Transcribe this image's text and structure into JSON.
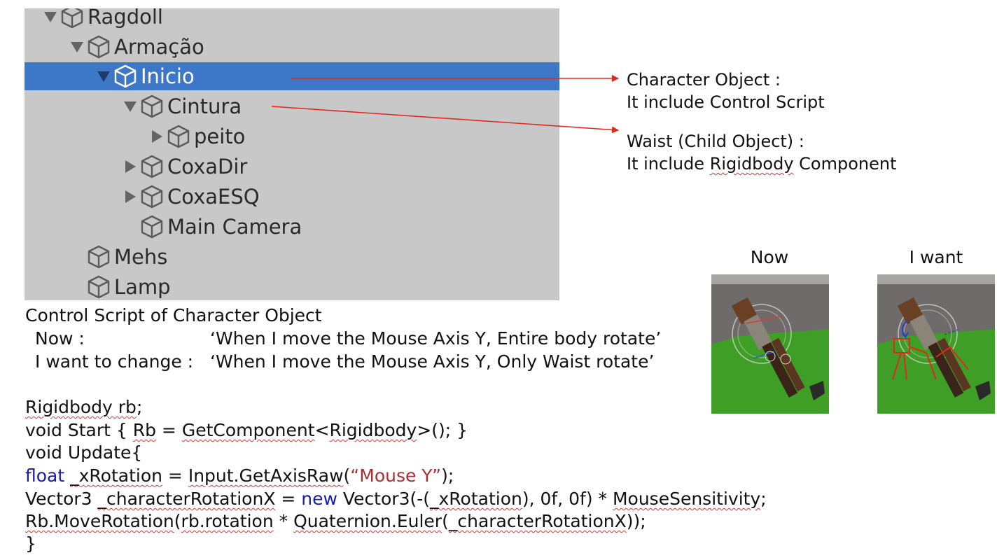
{
  "hierarchy": {
    "items": [
      {
        "label": "Ragdoll",
        "expander": "expanded"
      },
      {
        "label": "Armação",
        "expander": "expanded"
      },
      {
        "label": "Inicio",
        "expander": "expanded",
        "selected": true
      },
      {
        "label": "Cintura",
        "expander": "expanded"
      },
      {
        "label": "peito",
        "expander": "collapsed"
      },
      {
        "label": "CoxaDir",
        "expander": "collapsed"
      },
      {
        "label": "CoxaESQ",
        "expander": "collapsed"
      },
      {
        "label": "Main Camera",
        "expander": "none"
      },
      {
        "label": "Mehs",
        "expander": "none"
      },
      {
        "label": "Lamp",
        "expander": "none"
      }
    ],
    "selected_color": "#3d78c8",
    "icon": "cube-icon"
  },
  "annotations": {
    "character_line1": "Character Object :",
    "character_line2": "It include Control Script",
    "waist_line1": "Waist (Child Object) :",
    "waist_line2_pre": "It include ",
    "waist_line2_word": "Rigidbody",
    "waist_line2_post": " Component",
    "arrow_color": "#e0281e"
  },
  "images": {
    "now_caption": "Now",
    "want_caption": "I want"
  },
  "script": {
    "heading": "Control Script of Character Object",
    "now_label": "Now :",
    "now_text": "‘When I move the Mouse Axis Y, Entire body rotate’",
    "want_label": "I want to change :",
    "want_text": "‘When I move the Mouse Axis Y, Only Waist rotate’",
    "code": {
      "l1_a": "Rigidbody rb",
      "l1_b": ";",
      "l2_a": "void Start { ",
      "l2_b": "Rb",
      "l2_c": " = ",
      "l2_d": "GetComponent",
      "l2_e": "<",
      "l2_f": "Rigidbody",
      "l2_g": ">(); }",
      "l3": "void Update{",
      "l4_kw": "float",
      "l4_a": " ",
      "l4_b": "_xRotation",
      "l4_c": " = ",
      "l4_d": "Input.GetAxisRaw",
      "l4_e": "(",
      "l4_str": "“Mouse Y”",
      "l4_f": ");",
      "l5_a": "Vector3 ",
      "l5_b": "_characterRotationX",
      "l5_c": " = ",
      "l5_kw": "new",
      "l5_d": " Vector3(-(",
      "l5_e": "_xRotation",
      "l5_f": "), 0f, 0f) * ",
      "l5_g": "MouseSensitivity",
      "l5_h": ";",
      "l6_a": "Rb.MoveRotation",
      "l6_b": "(",
      "l6_c": "rb.rotation",
      "l6_d": " * ",
      "l6_e": "Quaternion.Euler",
      "l6_f": "(",
      "l6_g": "_characterRotationX",
      "l6_h": "));",
      "l7": "}"
    },
    "keyword_color": "#1a1aa8",
    "string_color": "#a83030"
  }
}
